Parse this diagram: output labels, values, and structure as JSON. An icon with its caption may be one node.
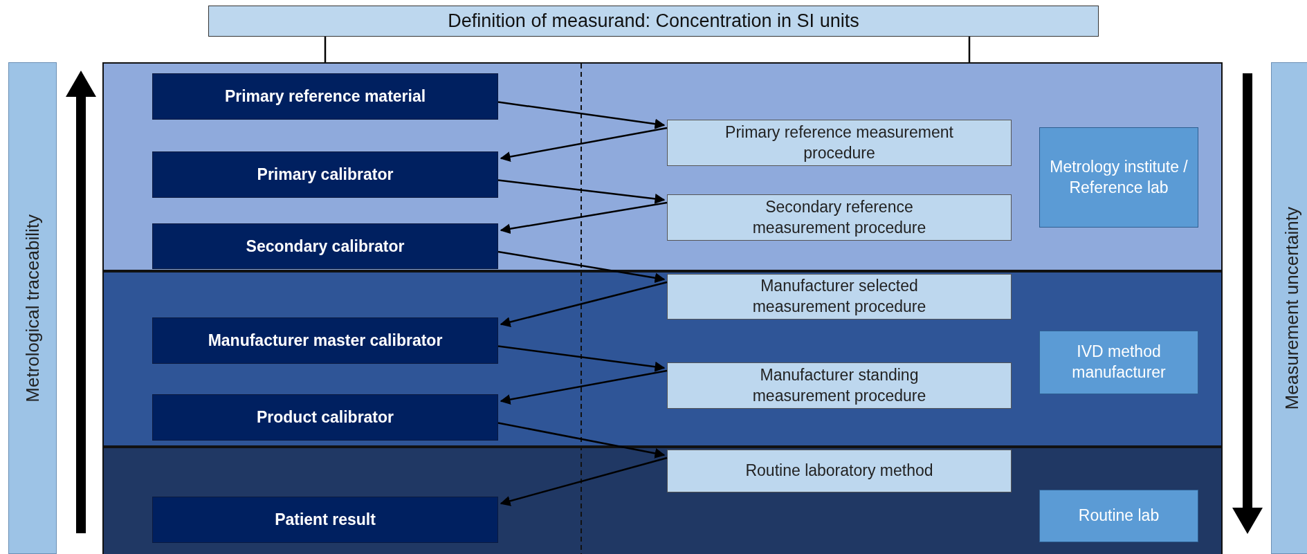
{
  "diagram": {
    "nodes": [
      {
        "text": [
          "Definition of measurand: Concentration in SI units"
        ]
      },
      {
        "text": [
          "Metrological traceability"
        ]
      },
      {
        "text": [
          "Measurement uncertainty"
        ]
      },
      {
        "text": [],
        "shape": "box"
      },
      {
        "text": [],
        "shape": "box"
      },
      {
        "text": [],
        "shape": "box"
      },
      {
        "text": [
          "Primary reference material"
        ],
        "in": 3
      },
      {
        "text": [
          "Primary reference measurement procedure"
        ],
        "in": 3
      },
      {
        "text": [
          "Primary calibrator"
        ],
        "in": 3
      },
      {
        "text": [
          "Secondary reference measurement procedure"
        ],
        "in": 3
      },
      {
        "text": [
          "Secondary calibrator"
        ],
        "in": 3
      },
      {
        "text": [
          "Manufacturer selected measurement procedure"
        ],
        "in": 4
      },
      {
        "text": [
          "Manufacturer master calibrator"
        ],
        "in": 4
      },
      {
        "text": [
          "Manufacturer standing measurement procedure"
        ],
        "in": 4
      },
      {
        "text": [
          "Product calibrator"
        ],
        "in": 4
      },
      {
        "text": [
          "Routine laboratory method"
        ],
        "in": 5
      },
      {
        "text": [
          "Patient result"
        ],
        "in": 5
      },
      {
        "text": [
          "Metrology institute / Reference lab"
        ],
        "in": 3
      },
      {
        "text": [
          "IVD method manufacturer"
        ],
        "in": 4
      },
      {
        "text": [
          "Routine lab"
        ],
        "in": 5
      }
    ],
    "edges": [
      {
        "from": 0,
        "to": 3,
        "arrow": "none"
      },
      {
        "from": 0,
        "to": 3,
        "arrow": "none"
      },
      {
        "from": 6,
        "to": 7,
        "arrow": "to"
      },
      {
        "from": 7,
        "to": 8,
        "arrow": "to"
      },
      {
        "from": 8,
        "to": 9,
        "arrow": "to"
      },
      {
        "from": 9,
        "to": 10,
        "arrow": "to"
      },
      {
        "from": 10,
        "to": 11,
        "arrow": "to"
      },
      {
        "from": 11,
        "to": 12,
        "arrow": "to"
      },
      {
        "from": 12,
        "to": 13,
        "arrow": "to"
      },
      {
        "from": 13,
        "to": 14,
        "arrow": "to"
      },
      {
        "from": 14,
        "to": 15,
        "arrow": "to"
      },
      {
        "from": 15,
        "to": 16,
        "arrow": "to"
      }
    ]
  }
}
